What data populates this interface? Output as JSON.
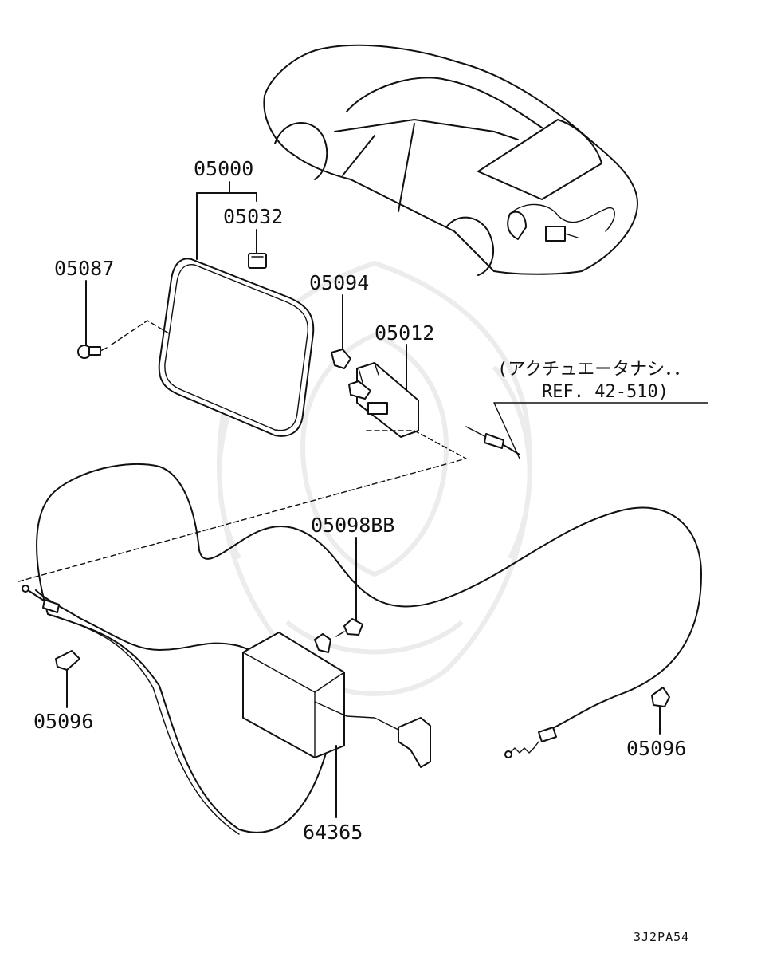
{
  "callouts": {
    "p05000": "05000",
    "p05032": "05032",
    "p05087": "05087",
    "p05094": "05094",
    "p05012": "05012",
    "p05098bb": "05098BB",
    "p05096_left": "05096",
    "p05096_right": "05096",
    "p64365": "64365"
  },
  "note": {
    "line1": "(アクチュエータナシ．．",
    "line2": "REF. 42-510)"
  },
  "diagram_code": "3J2PA54",
  "colors": {
    "ink": "#111111",
    "watermark": "#ececec",
    "paper": "#ffffff"
  }
}
